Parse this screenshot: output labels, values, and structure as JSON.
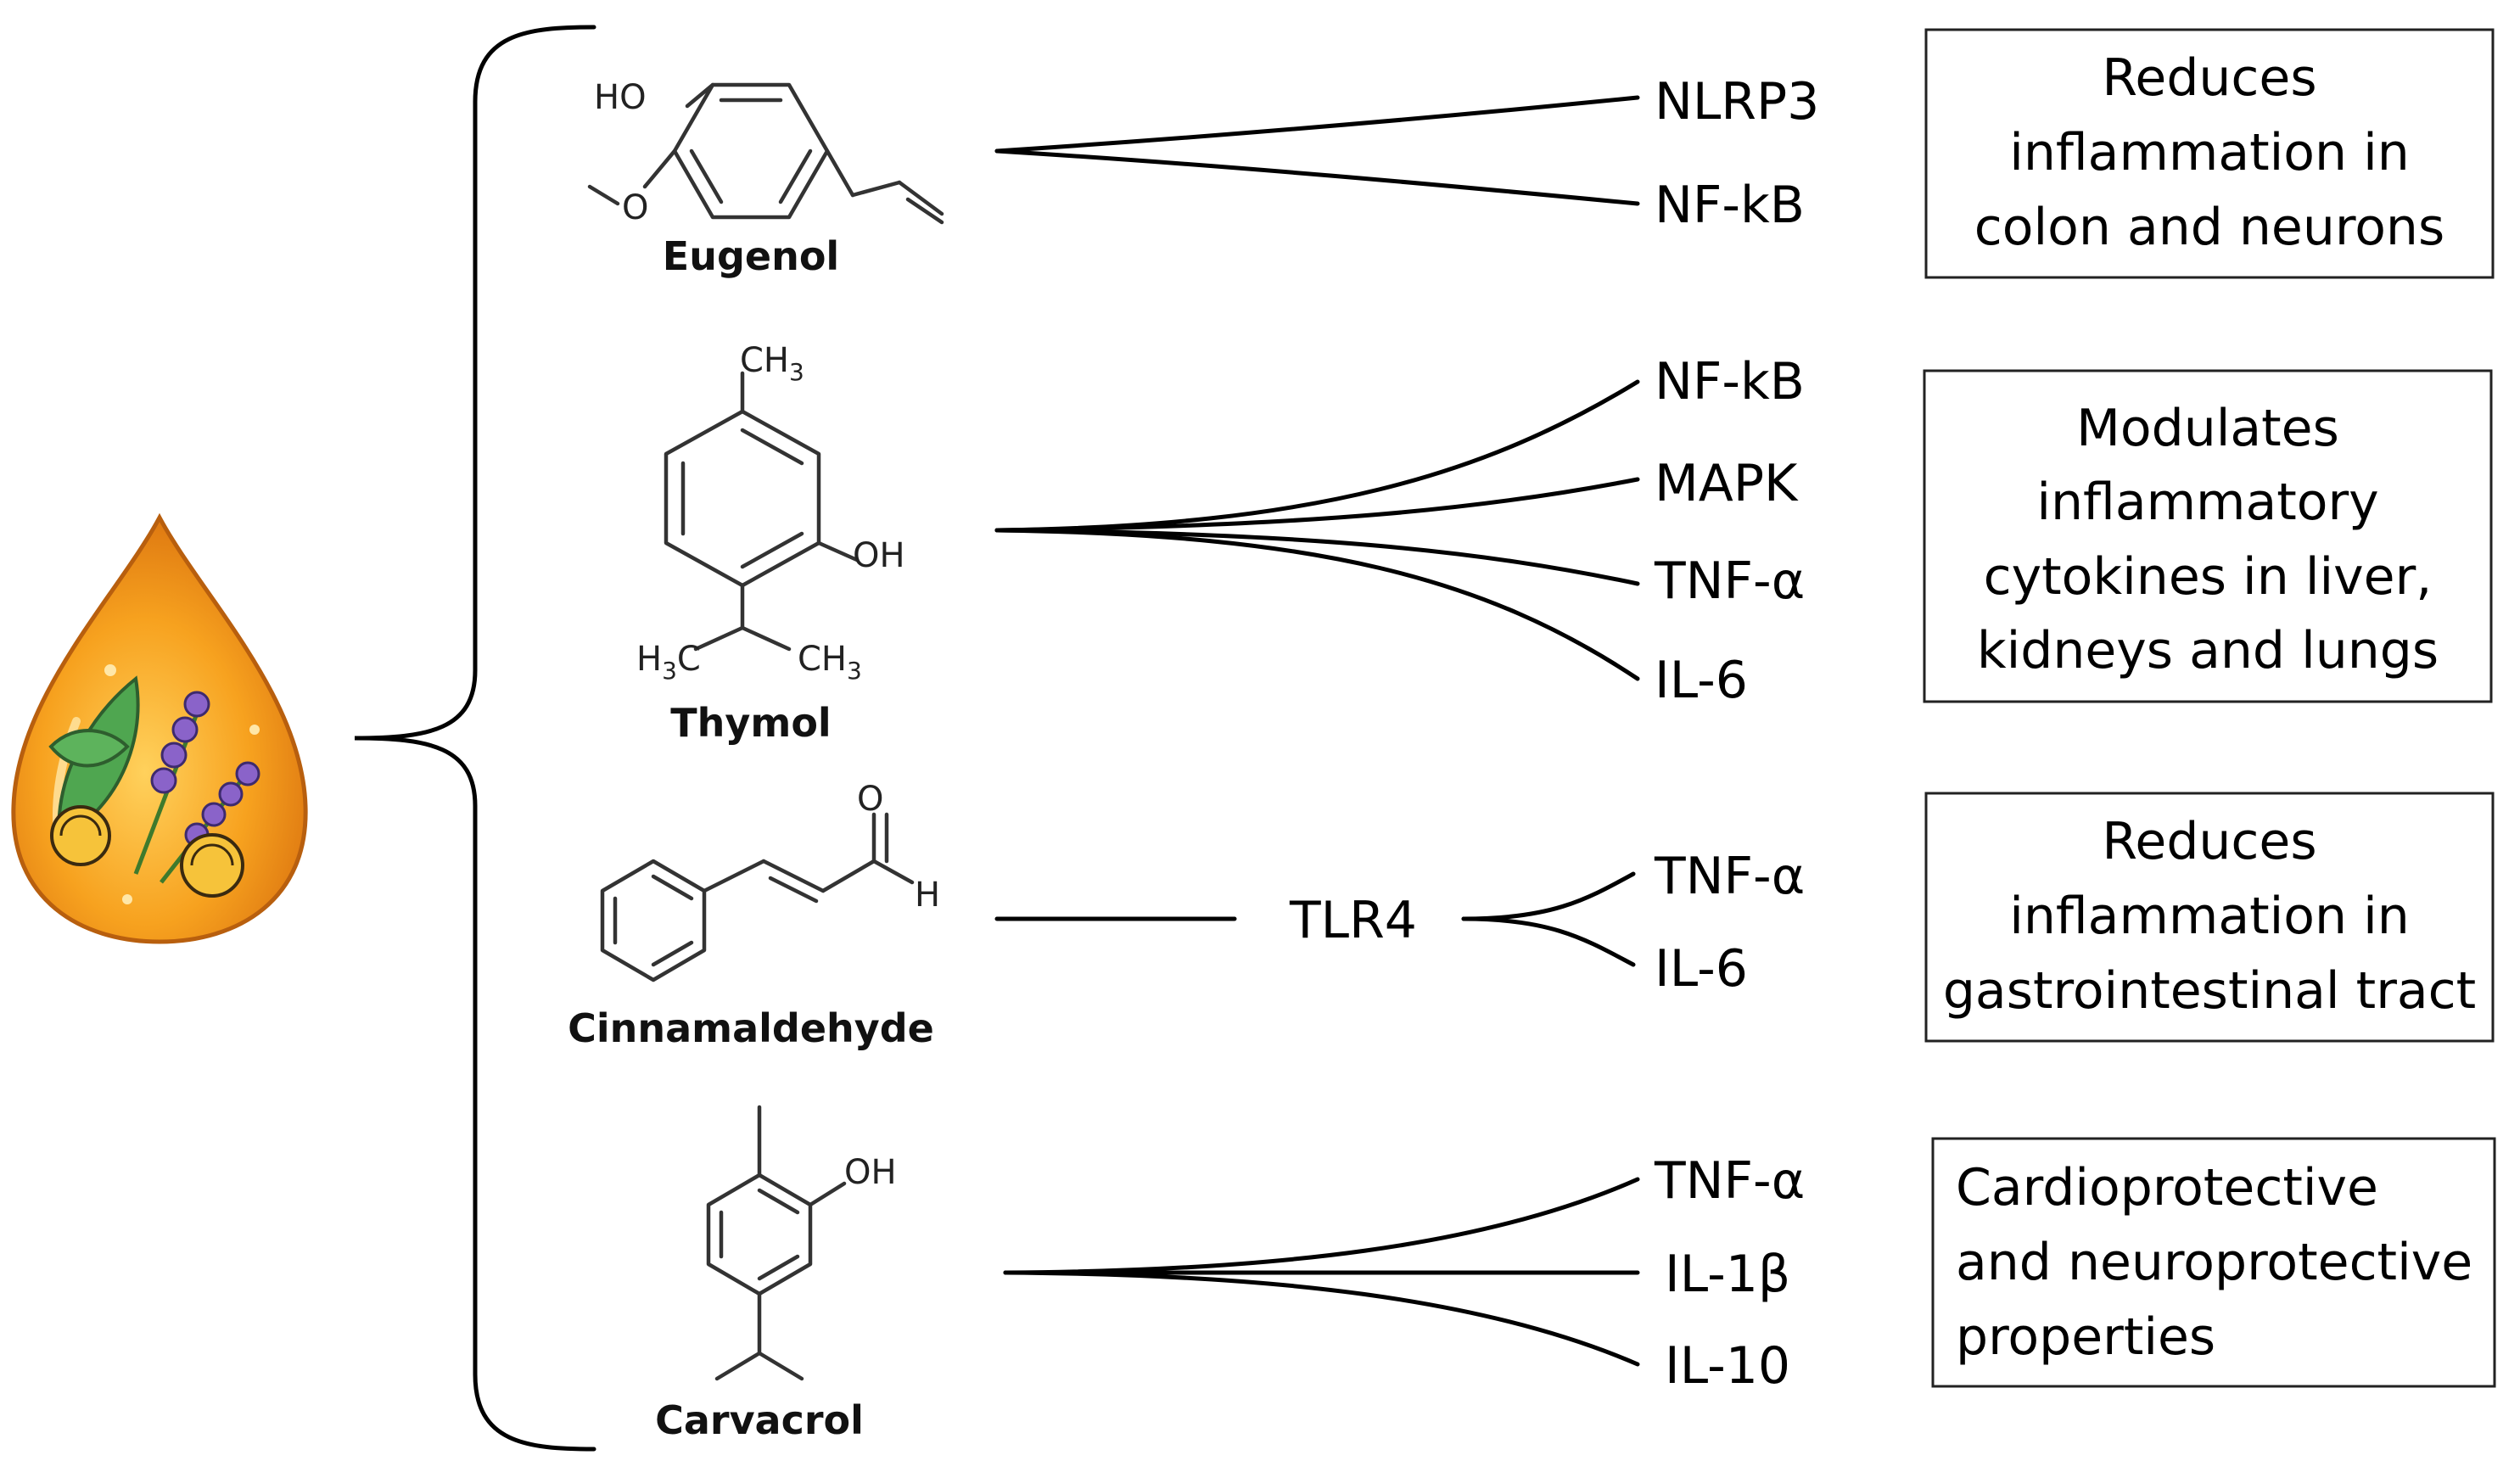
{
  "compounds": [
    {
      "name": "Eugenol",
      "atoms": {
        "ho": "HO",
        "o": "O"
      },
      "targets": [
        "NLRP3",
        "NF-kB"
      ],
      "effect": [
        "Reduces",
        "inflammation in",
        "colon and neurons"
      ]
    },
    {
      "name": "Thymol",
      "atoms": {
        "ch3": "CH",
        "oh": "OH",
        "h3c": "H",
        "h3c_c": "C",
        "ch3b": "CH",
        "sub3": "3"
      },
      "targets": [
        "NF-kB",
        "MAPK",
        "TNF-α",
        "IL-6"
      ],
      "effect": [
        "Modulates",
        "inflammatory",
        "cytokines in liver,",
        "kidneys and lungs"
      ]
    },
    {
      "name": "Cinnamaldehyde",
      "atoms": {
        "o": "O",
        "h": "H"
      },
      "intermediate": "TLR4",
      "targets": [
        "TNF-α",
        "IL-6"
      ],
      "effect": [
        "Reduces",
        "inflammation in",
        "gastrointestinal tract"
      ]
    },
    {
      "name": "Carvacrol",
      "atoms": {
        "oh": "OH"
      },
      "targets": [
        "TNF-α",
        "IL-1β",
        "IL-10"
      ],
      "effect": [
        "Cardioprotective",
        "and neuroprotective",
        "properties"
      ]
    }
  ],
  "icons": {
    "drop": "essential-oil-drop-icon",
    "colors": {
      "drop_light": "#F7B22C",
      "drop_dark": "#E07A10",
      "leaf": "#4FA650",
      "lavender": "#8A63C9",
      "lemon": "#F2B62A"
    }
  }
}
